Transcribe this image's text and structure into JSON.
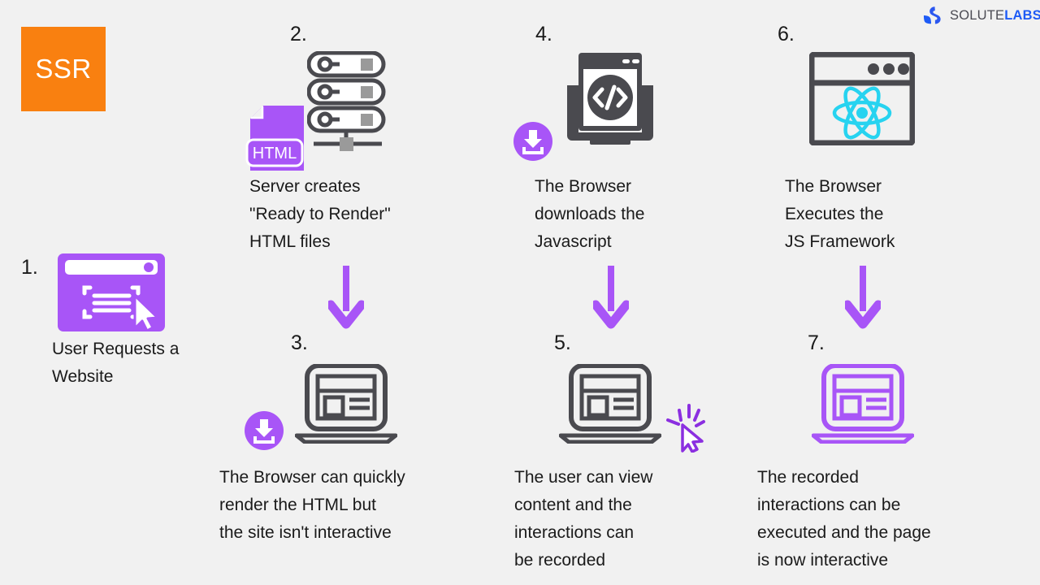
{
  "brand": {
    "name_part1": "SOLUTE",
    "name_part2": "LABS",
    "mark_icon": "solutelabs-mark-icon",
    "color_dark": "#4B4B53",
    "color_blue": "#1E5BF6"
  },
  "badge": {
    "label": "SSR",
    "background": "#F98010",
    "text_color": "#FFFFFF"
  },
  "theme": {
    "background": "#F1F1F1",
    "purple": "#A855F7",
    "purple_dark": "#9333EA",
    "dark_gray": "#4A4A4F",
    "mid_gray": "#9A9A9A",
    "react_cyan": "#27D3F0",
    "text": "#1A1A1A"
  },
  "steps": [
    {
      "number": "1.",
      "caption": "User Requests a\nWebsite",
      "icon": "browser-window-cursor-icon",
      "icon_style": "filled-purple"
    },
    {
      "number": "2.",
      "caption": "Server creates\n\"Ready to Render\"\nHTML files",
      "icon": "server-rack-icon",
      "secondary_icon": "html-file-icon",
      "file_label": "HTML"
    },
    {
      "number": "3.",
      "caption": "The Browser can quickly\nrender the HTML but\nthe site isn't interactive",
      "icon": "laptop-icon",
      "badge_icon": "download-icon"
    },
    {
      "number": "4.",
      "caption": "The Browser\ndownloads the\nJavascript",
      "icon": "monitor-code-icon",
      "badge_icon": "download-icon"
    },
    {
      "number": "5.",
      "caption": "The user can view\ncontent and the\ninteractions can\nbe recorded",
      "icon": "laptop-icon",
      "badge_icon": "click-cursor-icon"
    },
    {
      "number": "6.",
      "caption": "The Browser\nExecutes the\nJS Framework",
      "icon": "browser-react-icon"
    },
    {
      "number": "7.",
      "caption": "The recorded\ninteractions can be\nexecuted and the page\nis now interactive",
      "icon": "laptop-icon",
      "icon_style": "outline-purple"
    }
  ],
  "arrows": [
    {
      "name": "arrow-step2-to-step3",
      "direction": "down"
    },
    {
      "name": "arrow-step4-to-step5",
      "direction": "down"
    },
    {
      "name": "arrow-step6-to-step7",
      "direction": "down"
    }
  ]
}
